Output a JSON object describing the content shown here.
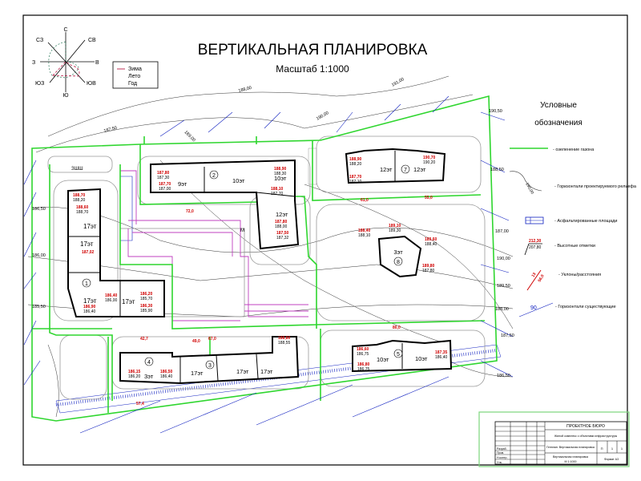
{
  "title": "ВЕРТИКАЛЬНАЯ ПЛАНИРОВКА",
  "scale": "Масштаб 1:1000",
  "wind_rose": {
    "directions": {
      "n": "С",
      "ne": "СВ",
      "e": "В",
      "se": "ЮВ",
      "s": "Ю",
      "sw": "ЮЗ",
      "w": "З",
      "nw": "СЗ"
    },
    "legend": [
      "Зима",
      "Лето",
      "Год"
    ],
    "colors": {
      "winter": "#b00030",
      "summer": "#2a7a5a",
      "year": "#444444"
    }
  },
  "legend": {
    "title_line1": "Условные",
    "title_line2": "обозначения",
    "items": [
      {
        "label": "- озеленение газона",
        "icon": "green-line"
      },
      {
        "label": "- Горизонтали проектируемого рельефа",
        "icon": "contour-line",
        "sample": "190,00"
      },
      {
        "label": "- Асфальтированные площади",
        "icon": "hatched-paving"
      },
      {
        "label": "- Высотные отметки",
        "icon": "elevation-mark",
        "red": "212,30",
        "black": "207,80"
      },
      {
        "label": "- Уклоны/расстояния",
        "icon": "slope-arrow",
        "slope": "13",
        "distance": "56,0"
      },
      {
        "label": "- Горизонтали существующие",
        "icon": "existing-contour",
        "sample": "90"
      }
    ]
  },
  "buildings": [
    {
      "num": "1",
      "floors": [
        "17эт",
        "17эт",
        "17эт",
        "17эт"
      ]
    },
    {
      "num": "2",
      "floors": [
        "9эт",
        "10эт",
        "10эт",
        "12эт"
      ]
    },
    {
      "num": "3",
      "floors": [
        "17эт",
        "17эт",
        "17эт"
      ]
    },
    {
      "num": "4",
      "floors": [
        "3эт"
      ]
    },
    {
      "num": "5",
      "floors": [
        "10эт",
        "10эт"
      ]
    },
    {
      "num": "7",
      "floors": [
        "12эт",
        "12эт"
      ]
    },
    {
      "num": "8",
      "floors": [
        "3эт"
      ]
    }
  ],
  "elevations": [
    {
      "red": "187,80",
      "black": "187,30"
    },
    {
      "red": "187,70",
      "black": "187,00"
    },
    {
      "red": "188,90",
      "black": "188,30"
    },
    {
      "red": "188,10",
      "black": "187,70"
    },
    {
      "red": "187,80",
      "black": "188,00"
    },
    {
      "red": "187,50",
      "black": "187,32"
    },
    {
      "red": "188,70",
      "black": "188,20"
    },
    {
      "red": "188,60",
      "black": "188,70"
    },
    {
      "red": "187,02",
      "black": ""
    },
    {
      "red": "186,90",
      "black": "186,40"
    },
    {
      "red": "186,40",
      "black": "186,00"
    },
    {
      "red": "186,20",
      "black": "185,70"
    },
    {
      "red": "186,30",
      "black": "185,90"
    },
    {
      "red": "188,80",
      "black": "188,55"
    },
    {
      "red": "186,15",
      "black": "186,20"
    },
    {
      "red": "186,50",
      "black": "186,40"
    },
    {
      "red": "188,90",
      "black": "188,20"
    },
    {
      "red": "189,10",
      "black": "189,30"
    },
    {
      "red": "189,60",
      "black": "188,40"
    },
    {
      "red": "189,80",
      "black": "187,80"
    },
    {
      "red": "190,70",
      "black": "190,20"
    },
    {
      "red": "187,70",
      "black": "187,10"
    },
    {
      "red": "188,40",
      "black": "188,10"
    },
    {
      "red": "186,80",
      "black": "186,75"
    },
    {
      "red": "187,35",
      "black": "186,40"
    },
    {
      "red": "186,60",
      "black": "186,75"
    }
  ],
  "contours": [
    "191,00",
    "190,00",
    "189,00",
    "188,00",
    "187,50",
    "186,50",
    "186,00",
    "185,50",
    "190,50",
    "188,50",
    "187,00",
    "190,00",
    "189,50",
    "188,00",
    "187,50",
    "186,50"
  ],
  "slopes": [
    "72,0",
    "61,0",
    "55,0",
    "49,0",
    "42,7",
    "67,0",
    "80,0",
    "57,4"
  ],
  "markers": {
    "m": "M",
    "shop": "ЗШШ"
  },
  "title_block": {
    "company": "ПРОЕКТНОЕ БЮРО",
    "project": "Жилой комплекс с объектами инфраструктуры",
    "sheet_name": "Генплан. Вертикальная планировка",
    "stage": "П",
    "sheet": "1",
    "sheets": "1",
    "drawing": "Вертикальная планировка",
    "scale": "М 1:1000",
    "format": "Формат А3",
    "roles": [
      "Разраб.",
      "Пров.",
      "Н.контр.",
      "Утв."
    ]
  }
}
